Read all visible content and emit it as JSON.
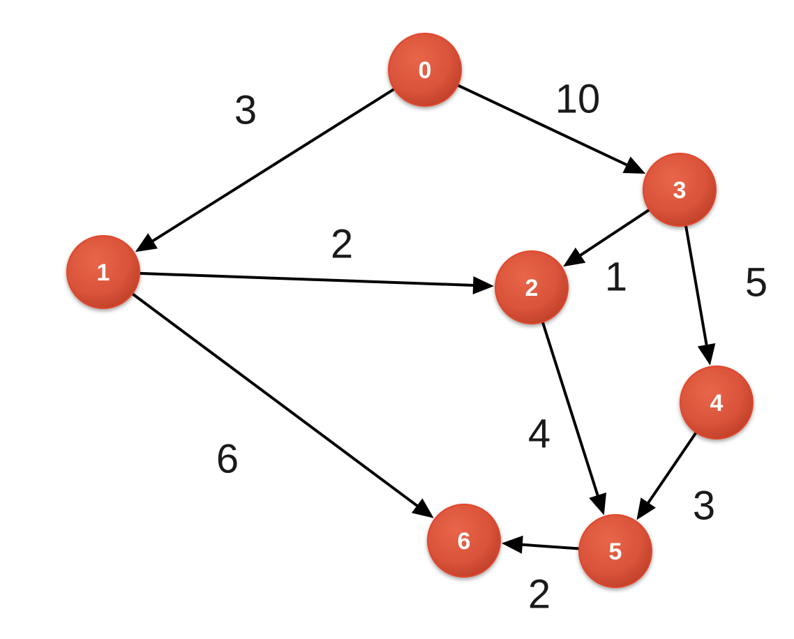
{
  "colors": {
    "node_fill": "#d9533a",
    "node_shadow": "#8a2c1c",
    "edge": "#000000",
    "node_text": "#ffffff",
    "weight_text": "#1a1a1a",
    "background": "#ffffff"
  },
  "nodes": [
    {
      "id": "0",
      "label": "0"
    },
    {
      "id": "1",
      "label": "1"
    },
    {
      "id": "2",
      "label": "2"
    },
    {
      "id": "3",
      "label": "3"
    },
    {
      "id": "4",
      "label": "4"
    },
    {
      "id": "5",
      "label": "5"
    },
    {
      "id": "6",
      "label": "6"
    }
  ],
  "edges": [
    {
      "from": "0",
      "to": "1",
      "weight": "3"
    },
    {
      "from": "0",
      "to": "3",
      "weight": "10"
    },
    {
      "from": "1",
      "to": "2",
      "weight": "2"
    },
    {
      "from": "3",
      "to": "2",
      "weight": "1"
    },
    {
      "from": "3",
      "to": "4",
      "weight": "5"
    },
    {
      "from": "1",
      "to": "6",
      "weight": "6"
    },
    {
      "from": "2",
      "to": "5",
      "weight": "4"
    },
    {
      "from": "4",
      "to": "5",
      "weight": "3"
    },
    {
      "from": "5",
      "to": "6",
      "weight": "2"
    }
  ]
}
